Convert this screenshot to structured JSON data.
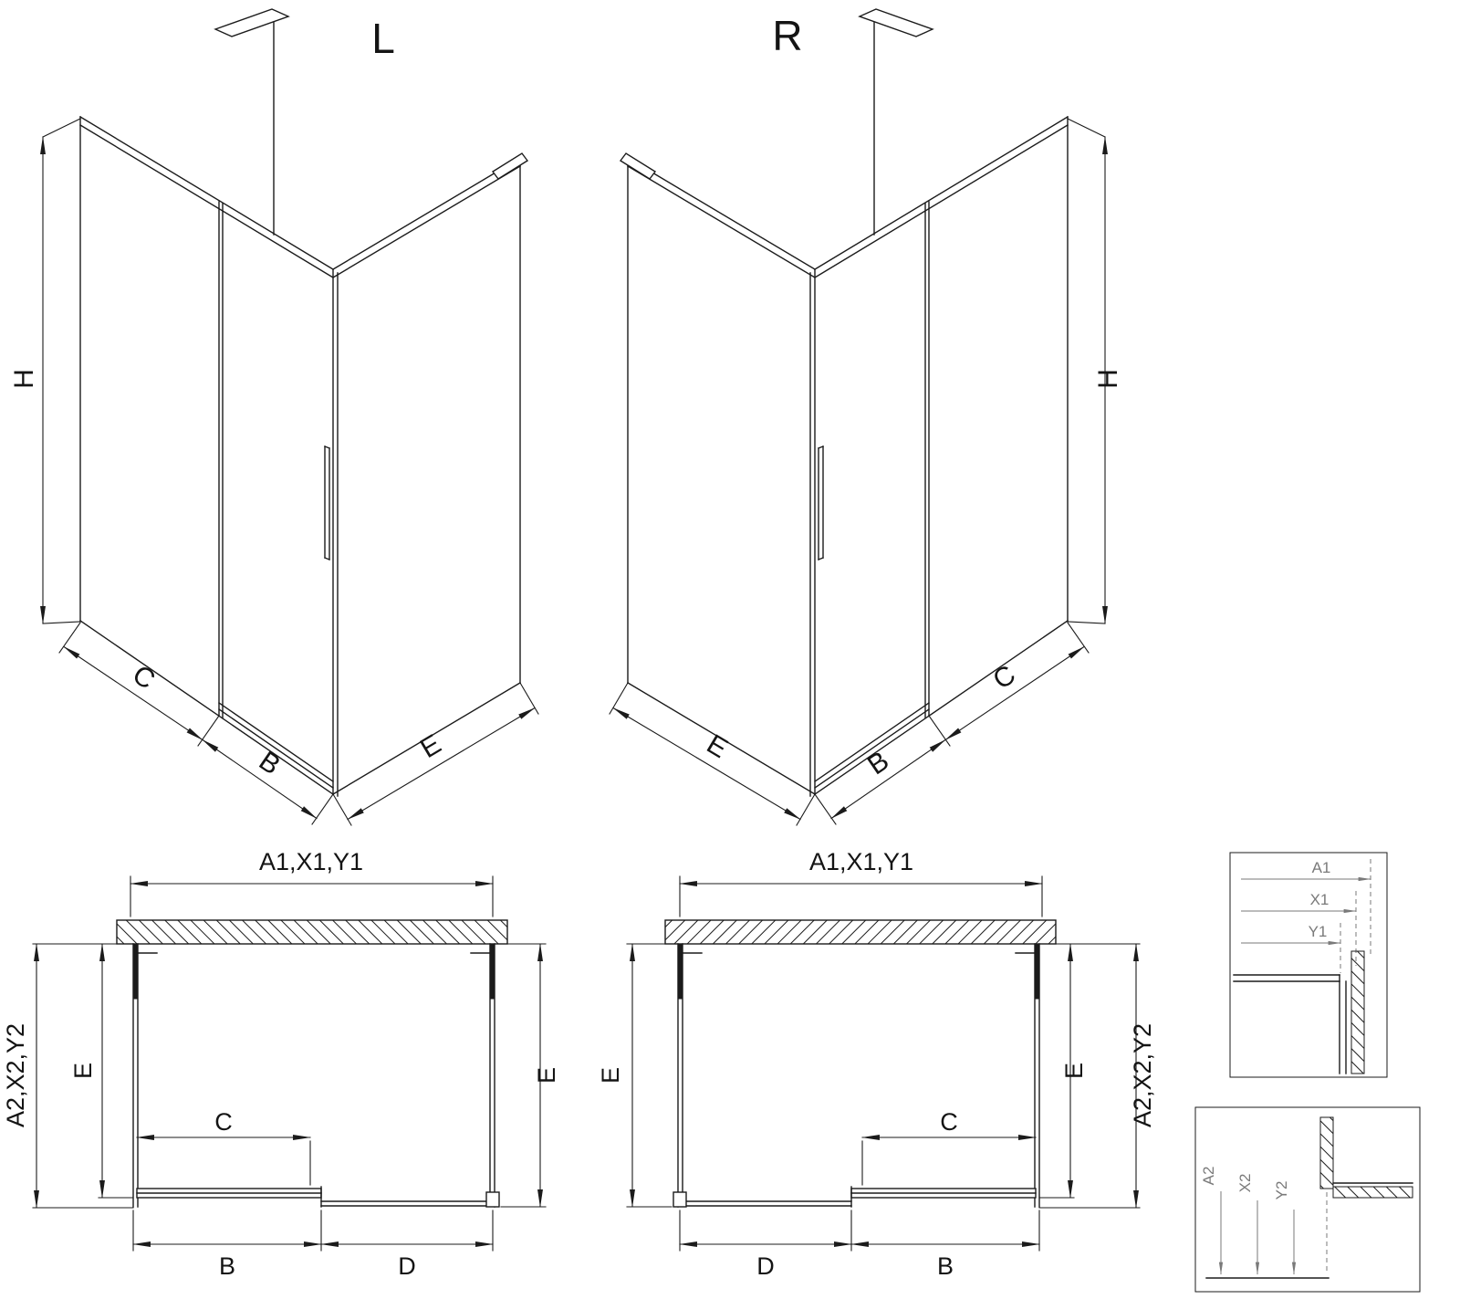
{
  "colors": {
    "line": "#1b1b1b",
    "detail_label": "#7a7a7a",
    "background": "#ffffff"
  },
  "iso_left": {
    "title": "L",
    "height": "H",
    "left": "C",
    "middle": "B",
    "right": "E"
  },
  "iso_right": {
    "title": "R",
    "height": "H",
    "left": "E",
    "middle": "B",
    "right": "C"
  },
  "plan_left": {
    "top": "A1,X1,Y1",
    "outer_left": "A2,X2,Y2",
    "inner_left": "E",
    "inner_right": "E",
    "door": "C",
    "bottom_left": "B",
    "bottom_right": "D"
  },
  "plan_right": {
    "top": "A1,X1,Y1",
    "outer_right": "A2,X2,Y2",
    "inner_left": "E",
    "inner_right": "E",
    "door": "C",
    "bottom_left": "D",
    "bottom_right": "B"
  },
  "detail_top": {
    "labels": [
      "A1",
      "X1",
      "Y1"
    ]
  },
  "detail_bottom": {
    "labels": [
      "A2",
      "X2",
      "Y2"
    ]
  }
}
